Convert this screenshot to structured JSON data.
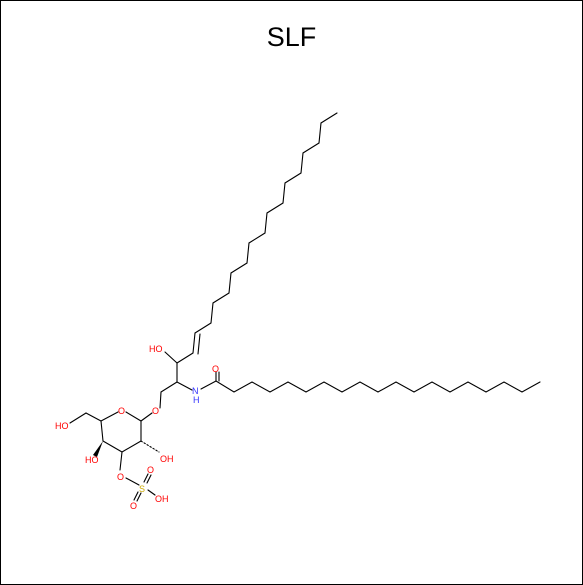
{
  "title": "SLF",
  "colors": {
    "oxygen": "#ff0000",
    "nitrogen": "#3333ff",
    "sulfur": "#ccaa00",
    "bond": "#000000",
    "index": "#33aa33"
  },
  "atoms": [
    {
      "label": "HO",
      "color": "oxygen",
      "name": "hydroxyl-c6"
    },
    {
      "label": "HO",
      "color": "oxygen",
      "name": "hydroxyl-c4"
    },
    {
      "label": "OH",
      "color": "oxygen",
      "name": "hydroxyl-c2"
    },
    {
      "label": "HO",
      "color": "oxygen",
      "name": "hydroxyl-sphingosine"
    },
    {
      "label": "O",
      "color": "oxygen",
      "name": "ring-oxygen"
    },
    {
      "label": "O",
      "color": "oxygen",
      "name": "glycosidic-oxygen"
    },
    {
      "label": "O",
      "color": "oxygen",
      "name": "sulfate-ester-oxygen"
    },
    {
      "label": "S",
      "color": "sulfur",
      "name": "sulfur"
    },
    {
      "label": "O",
      "color": "oxygen",
      "name": "sulfate-oxygen-top"
    },
    {
      "label": "O",
      "color": "oxygen",
      "name": "sulfate-oxygen-bottom"
    },
    {
      "label": "OH",
      "color": "oxygen",
      "name": "sulfate-hydroxyl"
    },
    {
      "label": "O",
      "color": "oxygen",
      "name": "carbonyl-oxygen"
    },
    {
      "label": "N",
      "color": "nitrogen",
      "name": "amide-nitrogen"
    },
    {
      "label": "H",
      "color": "nitrogen",
      "name": "amide-hydrogen"
    }
  ]
}
